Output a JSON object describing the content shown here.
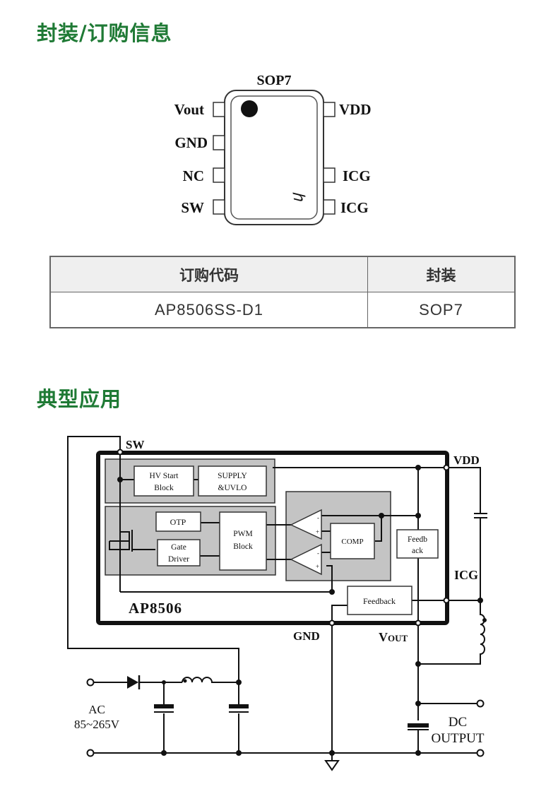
{
  "sections": {
    "package_title": "封装/订购信息",
    "application_title": "典型应用"
  },
  "pinout": {
    "package_name": "SOP7",
    "left_pins": [
      "Vout",
      "GND",
      "NC",
      "SW"
    ],
    "right_pins": [
      "VDD",
      "",
      "ICG",
      "ICG"
    ]
  },
  "order_table": {
    "headers": [
      "订购代码",
      "封装"
    ],
    "rows": [
      [
        "AP8506SS-D1",
        "SOP7"
      ]
    ]
  },
  "schematic": {
    "chip_name": "AP8506",
    "pins": {
      "sw": "SW",
      "vdd": "VDD",
      "icg": "ICG",
      "gnd": "GND",
      "vout_main": "V",
      "vout_sub": "OUT"
    },
    "blocks": {
      "hv_start": [
        "HV Start",
        "Block"
      ],
      "supply": [
        "SUPPLY",
        "&UVLO"
      ],
      "otp": "OTP",
      "gate_driver": [
        "Gate",
        "Driver"
      ],
      "pwm": [
        "PWM",
        "Block"
      ],
      "comp": "COMP",
      "feedback_vertical": [
        "Feedb",
        "ack"
      ],
      "feedback": "Feedback"
    },
    "opamp_signs": {
      "minus": "-",
      "plus": "+"
    },
    "input_label": [
      "AC",
      "85~265V"
    ],
    "output_label": [
      "DC",
      "OUTPUT"
    ]
  },
  "colors": {
    "title_green": "#1f7a35",
    "block_gray": "#c4c4c4",
    "line": "#111111"
  }
}
